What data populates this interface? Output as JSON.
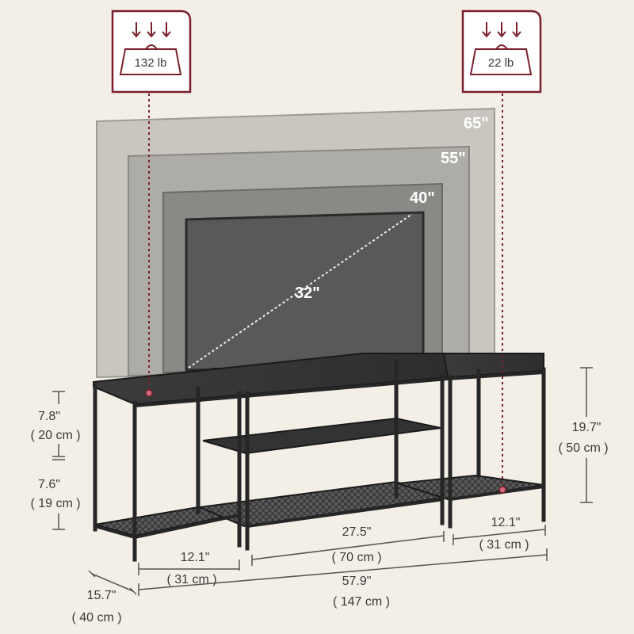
{
  "weights": {
    "top_surface": "132 lb",
    "side_shelf": "22 lb"
  },
  "tv_sizes": [
    "65\"",
    "55\"",
    "40\"",
    "32\""
  ],
  "dimensions": {
    "upper_gap_in": "7.8\"",
    "upper_gap_cm": "( 20 cm )",
    "lower_gap_in": "7.6\"",
    "lower_gap_cm": "( 19 cm )",
    "height_in": "19.7\"",
    "height_cm": "( 50 cm )",
    "left_width_in": "12.1\"",
    "left_width_cm": "( 31 cm )",
    "middle_width_in": "27.5\"",
    "middle_width_cm": "( 70 cm )",
    "right_width_in": "12.1\"",
    "right_width_cm": "( 31 cm )",
    "total_width_in": "57.9\"",
    "total_width_cm": "( 147 cm )",
    "depth_in": "15.7\"",
    "depth_cm": "( 40 cm )"
  },
  "colors": {
    "accent": "#7a1f2b",
    "frame": "#2b2b2b",
    "background": "#f3eee6"
  }
}
